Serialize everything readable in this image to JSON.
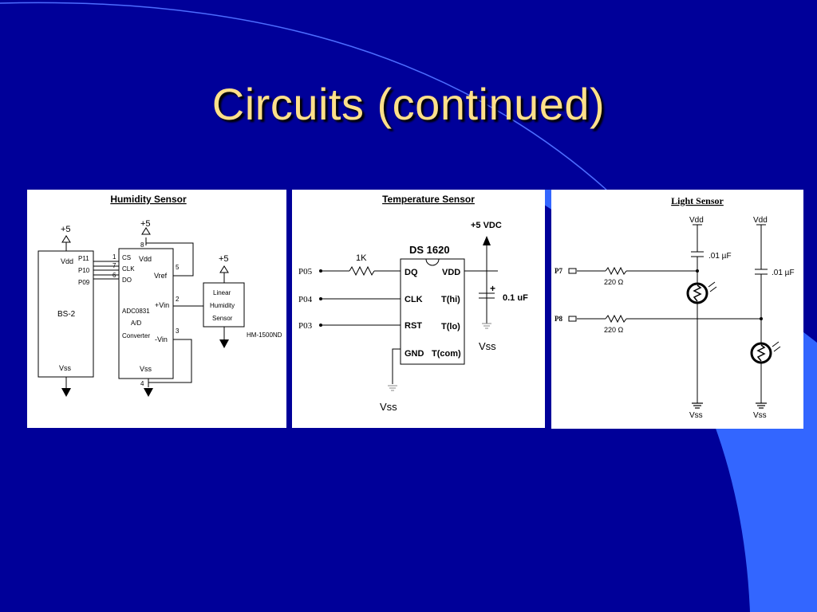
{
  "slide": {
    "title": "Circuits (continued)",
    "colors": {
      "background": "#000099",
      "accent": "#3366ff",
      "title": "#ffe08a"
    }
  },
  "humidity": {
    "title": "Humidity Sensor",
    "plus5_a": "+5",
    "plus5_b": "+5",
    "plus5_c": "+5",
    "bs2": "BS-2",
    "vdd": "Vdd",
    "vss_bs2": "Vss",
    "p11": "P11",
    "p10": "P10",
    "p09": "P09",
    "pin1": "1",
    "pin7": "7",
    "pin6": "6",
    "pin8": "8",
    "pin5": "5",
    "pin2": "2",
    "pin3": "3",
    "pin4": "4",
    "cs": "CS",
    "clk": "CLK",
    "do": "DO",
    "adc_vdd": "Vdd",
    "vref": "Vref",
    "vin_plus": "+Vin",
    "vin_minus": "-Vin",
    "adc_vss": "Vss",
    "adc_line1": "ADC0831",
    "adc_line2": "A/D",
    "adc_line3": "Converter",
    "sensor_line1": "Linear",
    "sensor_line2": "Humidity",
    "sensor_line3": "Sensor",
    "part": "HM-1500ND"
  },
  "temperature": {
    "title": "Temperature Sensor",
    "vdc": "+5 VDC",
    "chip": "DS 1620",
    "resistor": "1K",
    "p05": "P05",
    "p04": "P04",
    "p03": "P03",
    "dq": "DQ",
    "clk": "CLK",
    "rst": "RST",
    "gnd": "GND",
    "vdd": "VDD",
    "thi": "T(hi)",
    "tlo": "T(lo)",
    "tcom": "T(com)",
    "plus": "+",
    "cap": "0.1 uF",
    "vss_right": "Vss",
    "vss_bottom": "Vss"
  },
  "light": {
    "title": "Light Sensor",
    "vdd1": "Vdd",
    "vdd2": "Vdd",
    "cap1": ".01 µF",
    "cap2": ".01 µF",
    "p7": "P7",
    "p8": "P8",
    "r1": "220 Ω",
    "r2": "220 Ω",
    "vss1": "Vss",
    "vss2": "Vss"
  }
}
